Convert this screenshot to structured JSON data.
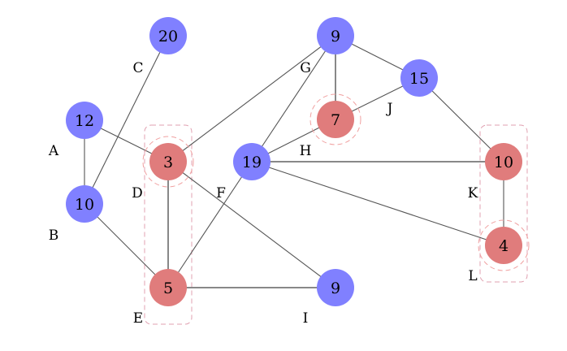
{
  "colors": {
    "blue_node": "#8080ff",
    "red_node": "#e07c7c",
    "edge": "#555555"
  },
  "nodes": [
    {
      "id": "A",
      "value": "12",
      "label": "A",
      "color": "blue"
    },
    {
      "id": "B",
      "value": "10",
      "label": "B",
      "color": "blue"
    },
    {
      "id": "C",
      "value": "20",
      "label": "C",
      "color": "blue"
    },
    {
      "id": "D",
      "value": "3",
      "label": "D",
      "color": "red"
    },
    {
      "id": "E",
      "value": "5",
      "label": "E",
      "color": "red"
    },
    {
      "id": "F",
      "value": "19",
      "label": "F",
      "color": "blue"
    },
    {
      "id": "G",
      "value": "9",
      "label": "G",
      "color": "blue"
    },
    {
      "id": "H",
      "value": "7",
      "label": "H",
      "color": "red"
    },
    {
      "id": "I",
      "value": "9",
      "label": "I",
      "color": "blue"
    },
    {
      "id": "J",
      "value": "15",
      "label": "J",
      "color": "blue"
    },
    {
      "id": "K",
      "value": "10",
      "label": "K",
      "color": "red"
    },
    {
      "id": "L",
      "value": "4",
      "label": "L",
      "color": "red"
    }
  ],
  "edges": [
    [
      "C",
      "B"
    ],
    [
      "A",
      "D"
    ],
    [
      "A",
      "B"
    ],
    [
      "B",
      "E"
    ],
    [
      "D",
      "E"
    ],
    [
      "D",
      "G"
    ],
    [
      "D",
      "I"
    ],
    [
      "E",
      "F"
    ],
    [
      "E",
      "I"
    ],
    [
      "F",
      "G"
    ],
    [
      "F",
      "H"
    ],
    [
      "F",
      "K"
    ],
    [
      "F",
      "L"
    ],
    [
      "G",
      "H"
    ],
    [
      "G",
      "J"
    ],
    [
      "H",
      "J"
    ],
    [
      "J",
      "K"
    ],
    [
      "K",
      "L"
    ]
  ],
  "highlighted_halos": [
    "D",
    "H",
    "L"
  ],
  "groups": [
    [
      "D",
      "E"
    ],
    [
      "K",
      "L"
    ]
  ]
}
